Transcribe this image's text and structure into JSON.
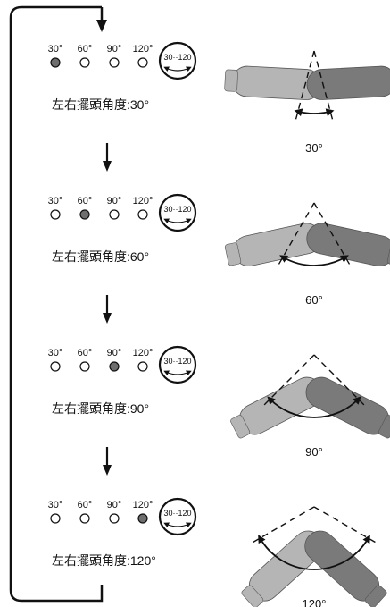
{
  "swing_button": {
    "label": "30··120"
  },
  "steps": [
    {
      "indicator_labels": [
        "30°",
        "60°",
        "90°",
        "120°"
      ],
      "active_index": 0,
      "caption": "左右擺頭角度:30°",
      "angle_label": "30°",
      "angle_deg": 30
    },
    {
      "indicator_labels": [
        "30°",
        "60°",
        "90°",
        "120°"
      ],
      "active_index": 1,
      "caption": "左右擺頭角度:60°",
      "angle_label": "60°",
      "angle_deg": 60
    },
    {
      "indicator_labels": [
        "30°",
        "60°",
        "90°",
        "120°"
      ],
      "active_index": 2,
      "caption": "左右擺頭角度:90°",
      "angle_label": "90°",
      "angle_deg": 90
    },
    {
      "indicator_labels": [
        "30°",
        "60°",
        "90°",
        "120°"
      ],
      "active_index": 3,
      "caption": "左右擺頭角度:120°",
      "angle_label": "120°",
      "angle_deg": 120
    }
  ],
  "colors": {
    "fan_light": "#b5b5b5",
    "fan_dark": "#7a7a7a",
    "led_on": "#6e6e6e",
    "line": "#111111"
  }
}
